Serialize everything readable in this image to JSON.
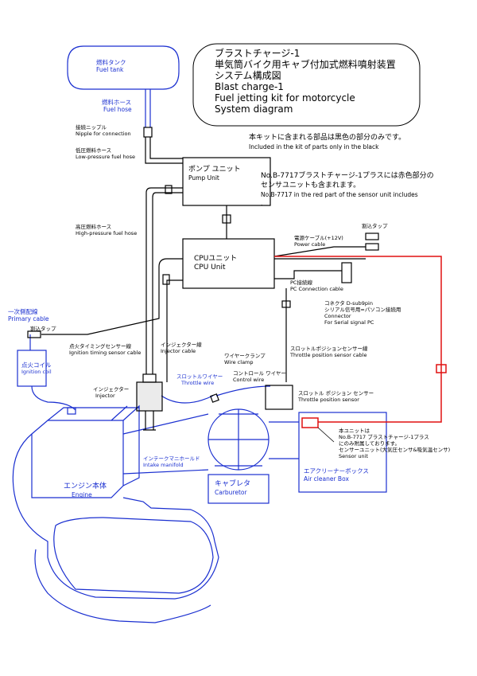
{
  "title_box": {
    "line1": "ブラストチャージ-1",
    "line2": "単気筒バイク用キャブ付加式燃料噴射装置",
    "line3": "システム構成図",
    "line4": "Blast charge-1",
    "line5": "Fuel jetting kit for motorcycle",
    "line6": "System diagram"
  },
  "notes": {
    "kit_jp": "本キットに含まれる部品は黒色の部分のみです。",
    "kit_en": "Included in the kit of parts only in the black",
    "plus_jp1": "No.B-7717ブラストチャージ-1プラスには赤色部分の",
    "plus_jp2": "センサユニットも含まれます。",
    "plus_en1": "No.B-7717 in the red part of the sensor unit includes",
    "plus_en2": "."
  },
  "labels": {
    "fuel_tank_jp": "燃料タンク",
    "fuel_tank_en": "Fuel tank",
    "fuel_hose_jp": "燃料ホース",
    "fuel_hose_en": "Fuel hose",
    "nipple_jp": "接続ニップル",
    "nipple_en": "Nipple for connection",
    "lp_hose_jp": "低圧燃料ホース",
    "lp_hose_en": "Low-pressure fuel hose",
    "pump_jp": "ポンプ ユニット",
    "pump_en": "Pump Unit",
    "hp_hose_jp": "高圧燃料ホース",
    "hp_hose_en": "High-pressure fuel hose",
    "cpu_jp": "CPUユニット",
    "cpu_en": "CPU Unit",
    "tap1": "割込タップ",
    "power_jp": "電源ケーブル(+12V)",
    "power_en": "Power cable",
    "pc_jp": "PC接続線",
    "pc_en": "PC Connection cable",
    "conn_jp1": "コネクタ D-sub9pin",
    "conn_jp2": "シリアル信号用=パソコン接続用",
    "conn_en1": "Connector",
    "conn_en2": "For Serial signal PC",
    "primary_jp": "一次側配線",
    "primary_en": "Primary cable",
    "tap2": "割込タップ",
    "ign_jp": "点火タイミングセンサー線",
    "ign_en": "Ignition timing sensor cable",
    "coil_jp": "点火コイル",
    "coil_en": "Ignition coil",
    "inj_cable_jp": "インジェクター線",
    "inj_cable_en": "Injector cable",
    "tps_cable_jp": "スロットルポジションセンサー線",
    "tps_cable_en": "Throttle position sensor cable",
    "clamp_jp": "ワイヤークランプ",
    "clamp_en": "Wire clamp",
    "control_jp": "コントロール ワイヤー",
    "control_en": "Control wire",
    "throttle_jp": "スロットルワイヤー",
    "throttle_en": "Throttle wire",
    "injector_jp": "インジェクター",
    "injector_en": "Injector",
    "tps_jp": "スロットル ポジション センサー",
    "tps_en": "Throttle position sensor",
    "sensor_jp1": "本ユニットは",
    "sensor_jp2": "No.B-7717 ブラストチャージ-1プラス",
    "sensor_jp3": "にのみ附属しております。",
    "sensor_jp4": "センサーユニット(大気圧センサ&吸気温センサ)",
    "sensor_en": "Sensor unit",
    "manifold_jp": "インテークマニホールド",
    "manifold_en": "Intake manifold",
    "engine_jp": "エンジン本体",
    "engine_en": "Engine",
    "carb_jp": "キャブレタ",
    "carb_en": "Carburetor",
    "aircleaner_jp": "エアクリーナーボックス",
    "aircleaner_en": "Air cleaner Box"
  },
  "colors": {
    "kit_parts": "#000000",
    "plus_parts": "#e01010",
    "vehicle_parts": "#1a2fd0"
  }
}
